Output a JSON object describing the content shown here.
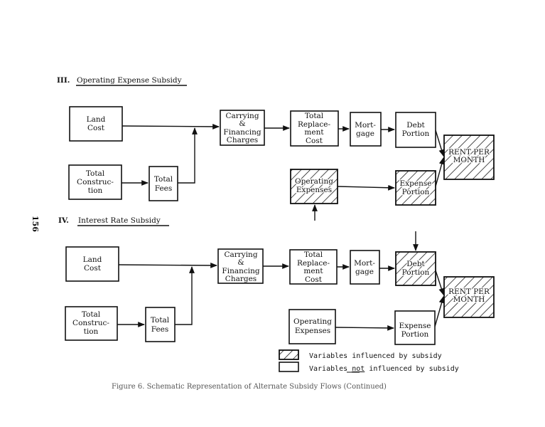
{
  "page": {
    "page_number": "156",
    "caption": "Figure 6.  Schematic Representation of Alternate Subsidy Flows (Continued)"
  },
  "sections": [
    {
      "numeral": "III.",
      "title": "Operating Expense Subsidy",
      "boxes": {
        "land_cost": [
          "Land",
          "Cost"
        ],
        "total_construction": [
          "Total",
          "Construc-",
          "tion"
        ],
        "total_fees": [
          "Total",
          "Fees"
        ],
        "carrying": [
          "Carrying",
          "&",
          "Financing",
          "Charges"
        ],
        "replacement": [
          "Total",
          "Replace-",
          "ment",
          "Cost"
        ],
        "mortgage": [
          "Mort-",
          "gage"
        ],
        "debt_portion": [
          "Debt",
          "Portion"
        ],
        "rent": [
          "RENT PER",
          "MONTH"
        ],
        "operating_expenses": [
          "Operating",
          "Expenses"
        ],
        "expense_portion": [
          "Expense",
          "Portion"
        ]
      },
      "influenced": [
        "operating_expenses",
        "expense_portion",
        "rent"
      ]
    },
    {
      "numeral": "IV.",
      "title": "Interest Rate Subsidy",
      "boxes": {
        "land_cost": [
          "Land",
          "Cost"
        ],
        "total_construction": [
          "Total",
          "Construc-",
          "tion"
        ],
        "total_fees": [
          "Total",
          "Fees"
        ],
        "carrying": [
          "Carrying",
          "&",
          "Financing",
          "Charges"
        ],
        "replacement": [
          "Total",
          "Replace-",
          "ment",
          "Cost"
        ],
        "mortgage": [
          "Mort-",
          "gage"
        ],
        "debt_portion": [
          "Debt",
          "Portion"
        ],
        "rent": [
          "RENT PER",
          "MONTH"
        ],
        "operating_expenses": [
          "Operating",
          "Expenses"
        ],
        "expense_portion": [
          "Expense",
          "Portion"
        ]
      },
      "influenced": [
        "debt_portion",
        "rent"
      ]
    }
  ],
  "legend": {
    "influenced_label": "Variables influenced by subsidy",
    "not_influenced_prefix": "Variables ",
    "not_influenced_emphasis": "not",
    "not_influenced_suffix": " influenced by subsidy"
  }
}
